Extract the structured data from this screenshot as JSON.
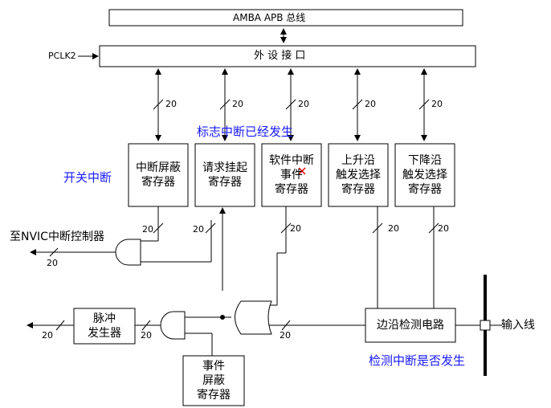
{
  "bus_amba": "AMBA APB 总线",
  "bus_periph": "外 设 接 口",
  "pclk": "PCLK2",
  "boxes": {
    "int_mask": "中断屏蔽\n寄存器",
    "pending": "请求挂起\n寄存器",
    "swint": "软件中断\n事件\n寄存器",
    "rising": "上升沿\n触发选择\n寄存器",
    "falling": "下降沿\n触发选择\n寄存器",
    "pulse": "脉冲\n发生器",
    "evt_mask": "事件\n屏蔽\n寄存器",
    "edge_detect": "边沿检测电路"
  },
  "labels": {
    "to_nvic": "至NVIC中断控制器",
    "input_line": "输入线",
    "bus_width": "20"
  },
  "annotations": {
    "flag": "标志中断已经发生",
    "switch": "开关中断",
    "detect": "检测中断是否发生"
  },
  "colors": {
    "annotation": "#1a1aff",
    "line": "#000000",
    "marker": "#e00000"
  }
}
